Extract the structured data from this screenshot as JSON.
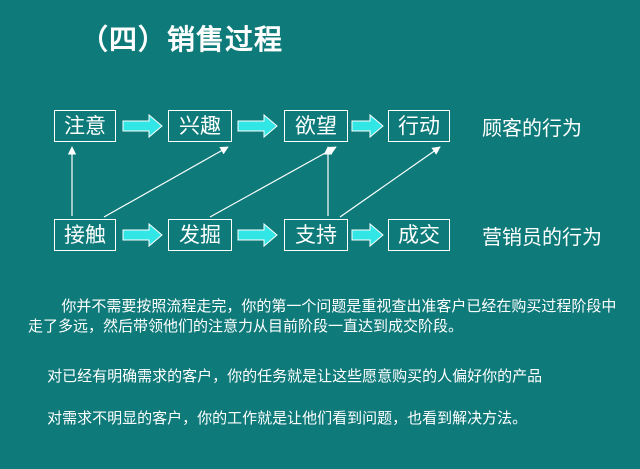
{
  "title": "（四）销售过程",
  "customer_row": {
    "label": "顾客的行为",
    "stages": [
      "注意",
      "兴趣",
      "欲望",
      "行动"
    ]
  },
  "sales_row": {
    "label": "营销员的行为",
    "stages": [
      "接触",
      "发掘",
      "支持",
      "成交"
    ]
  },
  "colors": {
    "background": "#0e7a7a",
    "flow_arrow": "#33e6e6",
    "line": "#ffffff"
  },
  "paragraphs": [
    "       你并不需要按照流程走完，你的第一个问题是重视查出准客户已经在购买过程阶段中走了多远，然后带领他们的注意力从目前阶段一直达到成交阶段。",
    "    对已经有明确需求的客户，你的任务就是让这些愿意购买的人偏好你的产品",
    "    对需求不明显的客户，你的工作就是让他们看到问题，也看到解决方法。"
  ]
}
